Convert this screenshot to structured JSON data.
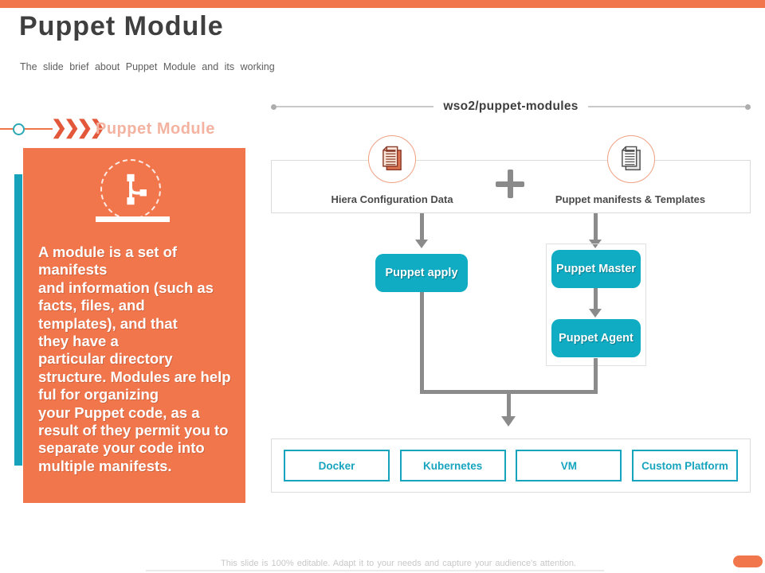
{
  "slide": {
    "title": "Puppet Module",
    "subtitle": "The slide brief about Puppet Module and its working",
    "footer_note": "This slide is 100% editable. Adapt it to your needs and capture your audience's attention."
  },
  "left_panel": {
    "chevrons": "❯❯❯❯",
    "heading": "Puppet Module",
    "icon": "branch-icon",
    "description": "A module is a set of\nmanifests\nand information (such as\nfacts, files, and\ntemplates), and that\nthey have a\nparticular directory\nstructure. Modules are help\nful for organizing\nyour Puppet code, as a\nresult of they permit you to\nseparate your code into\nmultiple manifests."
  },
  "diagram": {
    "header": "wso2/puppet-modules",
    "input_left": {
      "label": "Hiera Configuration Data",
      "icon": "documents-icon"
    },
    "input_right": {
      "label": "Puppet manifests & Templates",
      "icon": "documents-icon"
    },
    "plus": "plus-icon",
    "node_apply": "Puppet apply",
    "node_master": "Puppet Master",
    "node_agent": "Puppet Agent",
    "platforms": [
      "Docker",
      "Kubernetes",
      "VM",
      "Custom Platform"
    ]
  },
  "colors": {
    "accent_orange": "#F2764C",
    "chevron_orange": "#E3583A",
    "heading_salmon": "#F4B3A0",
    "node_teal": "#10ACC4",
    "teal_bar": "#17A2BB",
    "platform_teal": "#16A4BE",
    "arrow_gray": "#8B8B8B",
    "border_gray": "#DBDBDB"
  }
}
